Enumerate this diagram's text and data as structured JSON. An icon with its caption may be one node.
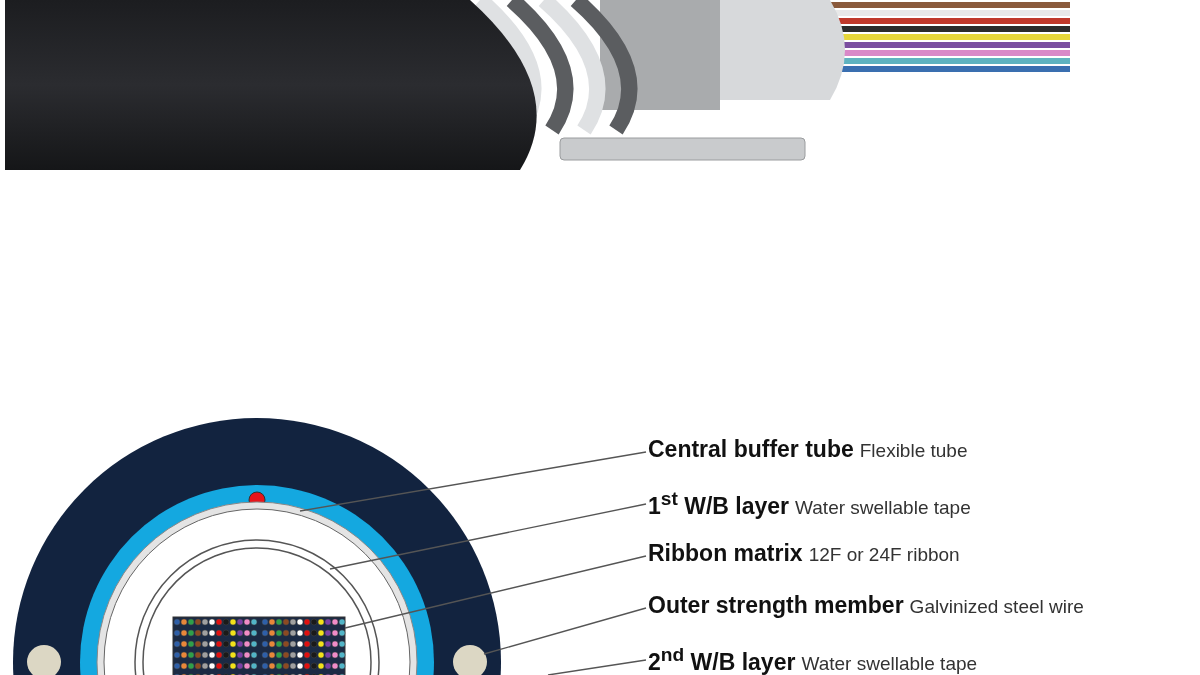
{
  "diagram": {
    "nodes": [
      {
        "text": [
          "Central buffer tube",
          "Flexible tube"
        ]
      },
      {
        "text": [
          "1$^{st}$  W/B layer",
          "Water swellable tape"
        ]
      },
      {
        "text": [
          "Ribbon matrix",
          "12F or 24F ribbon"
        ]
      },
      {
        "text": [
          "Outer strength member",
          "Galvinized steel wire"
        ]
      },
      {
        "text": [
          "2$^{nd}$ W/B layer",
          "Water swellable tape"
        ]
      },
      {
        "text": [],
        "shape": "circle"
      },
      {
        "text": [],
        "shape": "circle",
        "in": 5
      },
      {
        "text": [],
        "shape": "box",
        "in": 6
      },
      {
        "text": [],
        "shape": "circle"
      }
    ],
    "edges": [
      {
        "from": 0,
        "to": 5,
        "arrow": "none"
      },
      {
        "from": 1,
        "to": 6,
        "arrow": "none"
      },
      {
        "from": 2,
        "to": 7,
        "arrow": "none"
      },
      {
        "from": 3,
        "to": 8,
        "arrow": "none"
      },
      {
        "from": 4,
        "to": null,
        "arrow": "none"
      }
    ]
  }
}
